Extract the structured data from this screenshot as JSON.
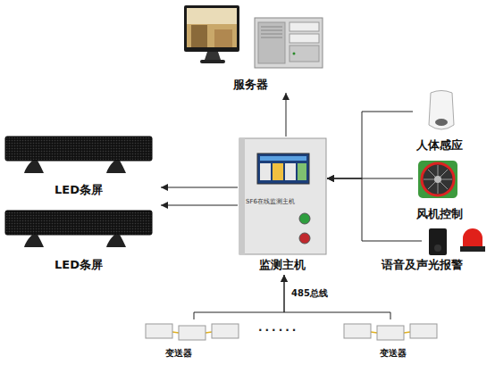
{
  "diagram": {
    "nodes": [
      {
        "text": [
          "服务器"
        ]
      },
      {
        "text": [
          "LED条屏"
        ]
      },
      {
        "text": [
          "LED条屏"
        ]
      },
      {
        "text": [
          "监测主机"
        ]
      },
      {
        "text": [
          "人体感应"
        ]
      },
      {
        "text": [
          "风机控制"
        ]
      },
      {
        "text": [
          "语音及声光报警"
        ]
      },
      {
        "text": [
          "变送器"
        ]
      },
      {
        "text": [
          "变送器"
        ]
      }
    ],
    "edges": [
      {
        "from": 3,
        "to": 0,
        "arrow": "to"
      },
      {
        "from": 3,
        "to": 1,
        "arrow": "to"
      },
      {
        "from": 3,
        "to": 2,
        "arrow": "to"
      },
      {
        "from": 4,
        "to": 3,
        "arrow": "to"
      },
      {
        "from": 5,
        "to": 3,
        "arrow": "to"
      },
      {
        "from": 6,
        "to": 3,
        "arrow": "to"
      },
      {
        "from": 7,
        "to": 3,
        "arrow": "to"
      },
      {
        "from": 8,
        "to": 3,
        "arrow": "to"
      }
    ],
    "labels": [
      "SF6在线监测主机",
      "485总线",
      "......"
    ]
  }
}
